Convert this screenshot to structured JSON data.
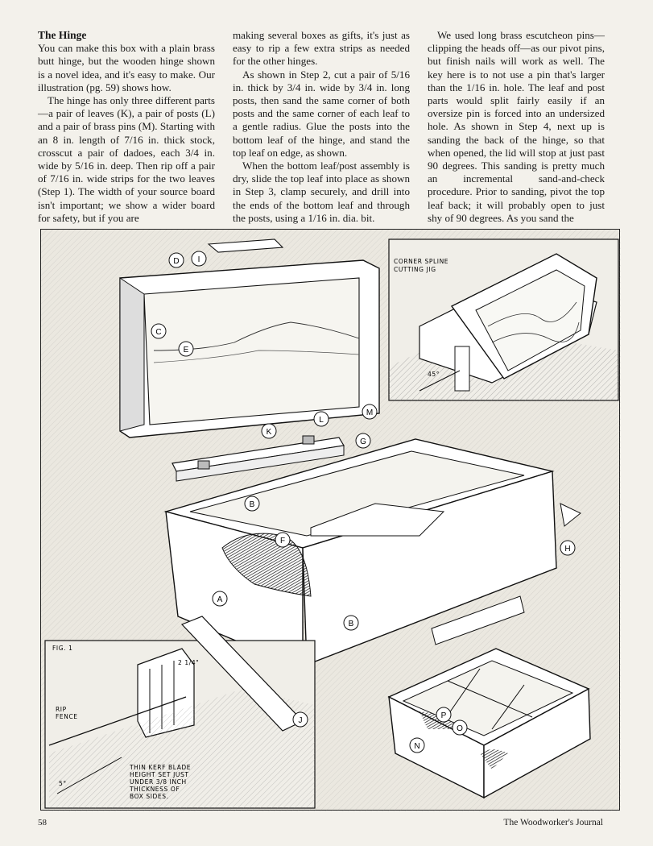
{
  "article": {
    "heading": "The Hinge",
    "col1_p1": "You can make this box with a plain brass butt hinge, but the wooden hinge shown is a novel idea, and it's easy to make. Our illustration (pg. 59) shows how.",
    "col1_p2": "The hinge has only three different parts—a pair of leaves (K), a pair of posts (L) and a pair of brass pins (M). Starting with an 8 in. length of 7/16 in. thick stock, crosscut a pair of dadoes, each 3/4 in. wide by 5/16 in. deep. Then rip off a pair of 7/16 in. wide strips for the two leaves (Step 1). The width of your source board isn't important; we show a wider board for safety, but if you are",
    "col2_p1": "making several boxes as gifts, it's just as easy to rip a few extra strips as needed for the other hinges.",
    "col2_p2": "As shown in Step 2, cut a pair of 5/16 in. thick by 3/4 in. wide by 3/4 in. long posts, then sand the same corner of both posts and the same corner of each leaf to a gentle radius. Glue the posts into the bottom leaf of the hinge, and stand the top leaf on edge, as shown.",
    "col2_p3": "When the bottom leaf/post assembly is dry, slide the top leaf into place as shown in Step 3, clamp securely, and drill into the ends of the bottom leaf and through the posts, using a 1/16 in. dia. bit.",
    "col3_p1": "We used long brass escutcheon pins—clipping the heads off—as our pivot pins, but finish nails will work as well. The key here is to not use a pin that's larger than the 1/16 in. hole. The leaf and post parts would split fairly easily if an oversize pin is forced into an undersized hole. As shown in Step 4, next up is sanding the back of the hinge, so that when opened, the lid will stop at just past 90 degrees. This sanding is pretty much an incremental sand-and-check procedure. Prior to sanding, pivot the top leaf back; it will probably open to just shy of 90 degrees. As you sand the"
  },
  "illustration": {
    "part_labels": [
      "D",
      "I",
      "C",
      "E",
      "K",
      "L",
      "M",
      "G",
      "B",
      "F",
      "H",
      "A",
      "B",
      "J",
      "N",
      "P",
      "O"
    ],
    "inset_jig_label_1": "CORNER SPLINE",
    "inset_jig_label_2": "CUTTING JIG",
    "inset_angle": "45°",
    "fig_label": "FIG. 1",
    "fig_dim": "2 1/4\"",
    "fig_fence_1": "RIP",
    "fig_fence_2": "FENCE",
    "fig_angle": "5°",
    "fig_note_1": "THIN KERF BLADE",
    "fig_note_2": "HEIGHT SET JUST",
    "fig_note_3": "UNDER 3/8 INCH",
    "fig_note_4": "THICKNESS OF",
    "fig_note_5": "BOX SIDES."
  },
  "footer": {
    "page_number": "58",
    "publication": "The Woodworker's Journal"
  }
}
